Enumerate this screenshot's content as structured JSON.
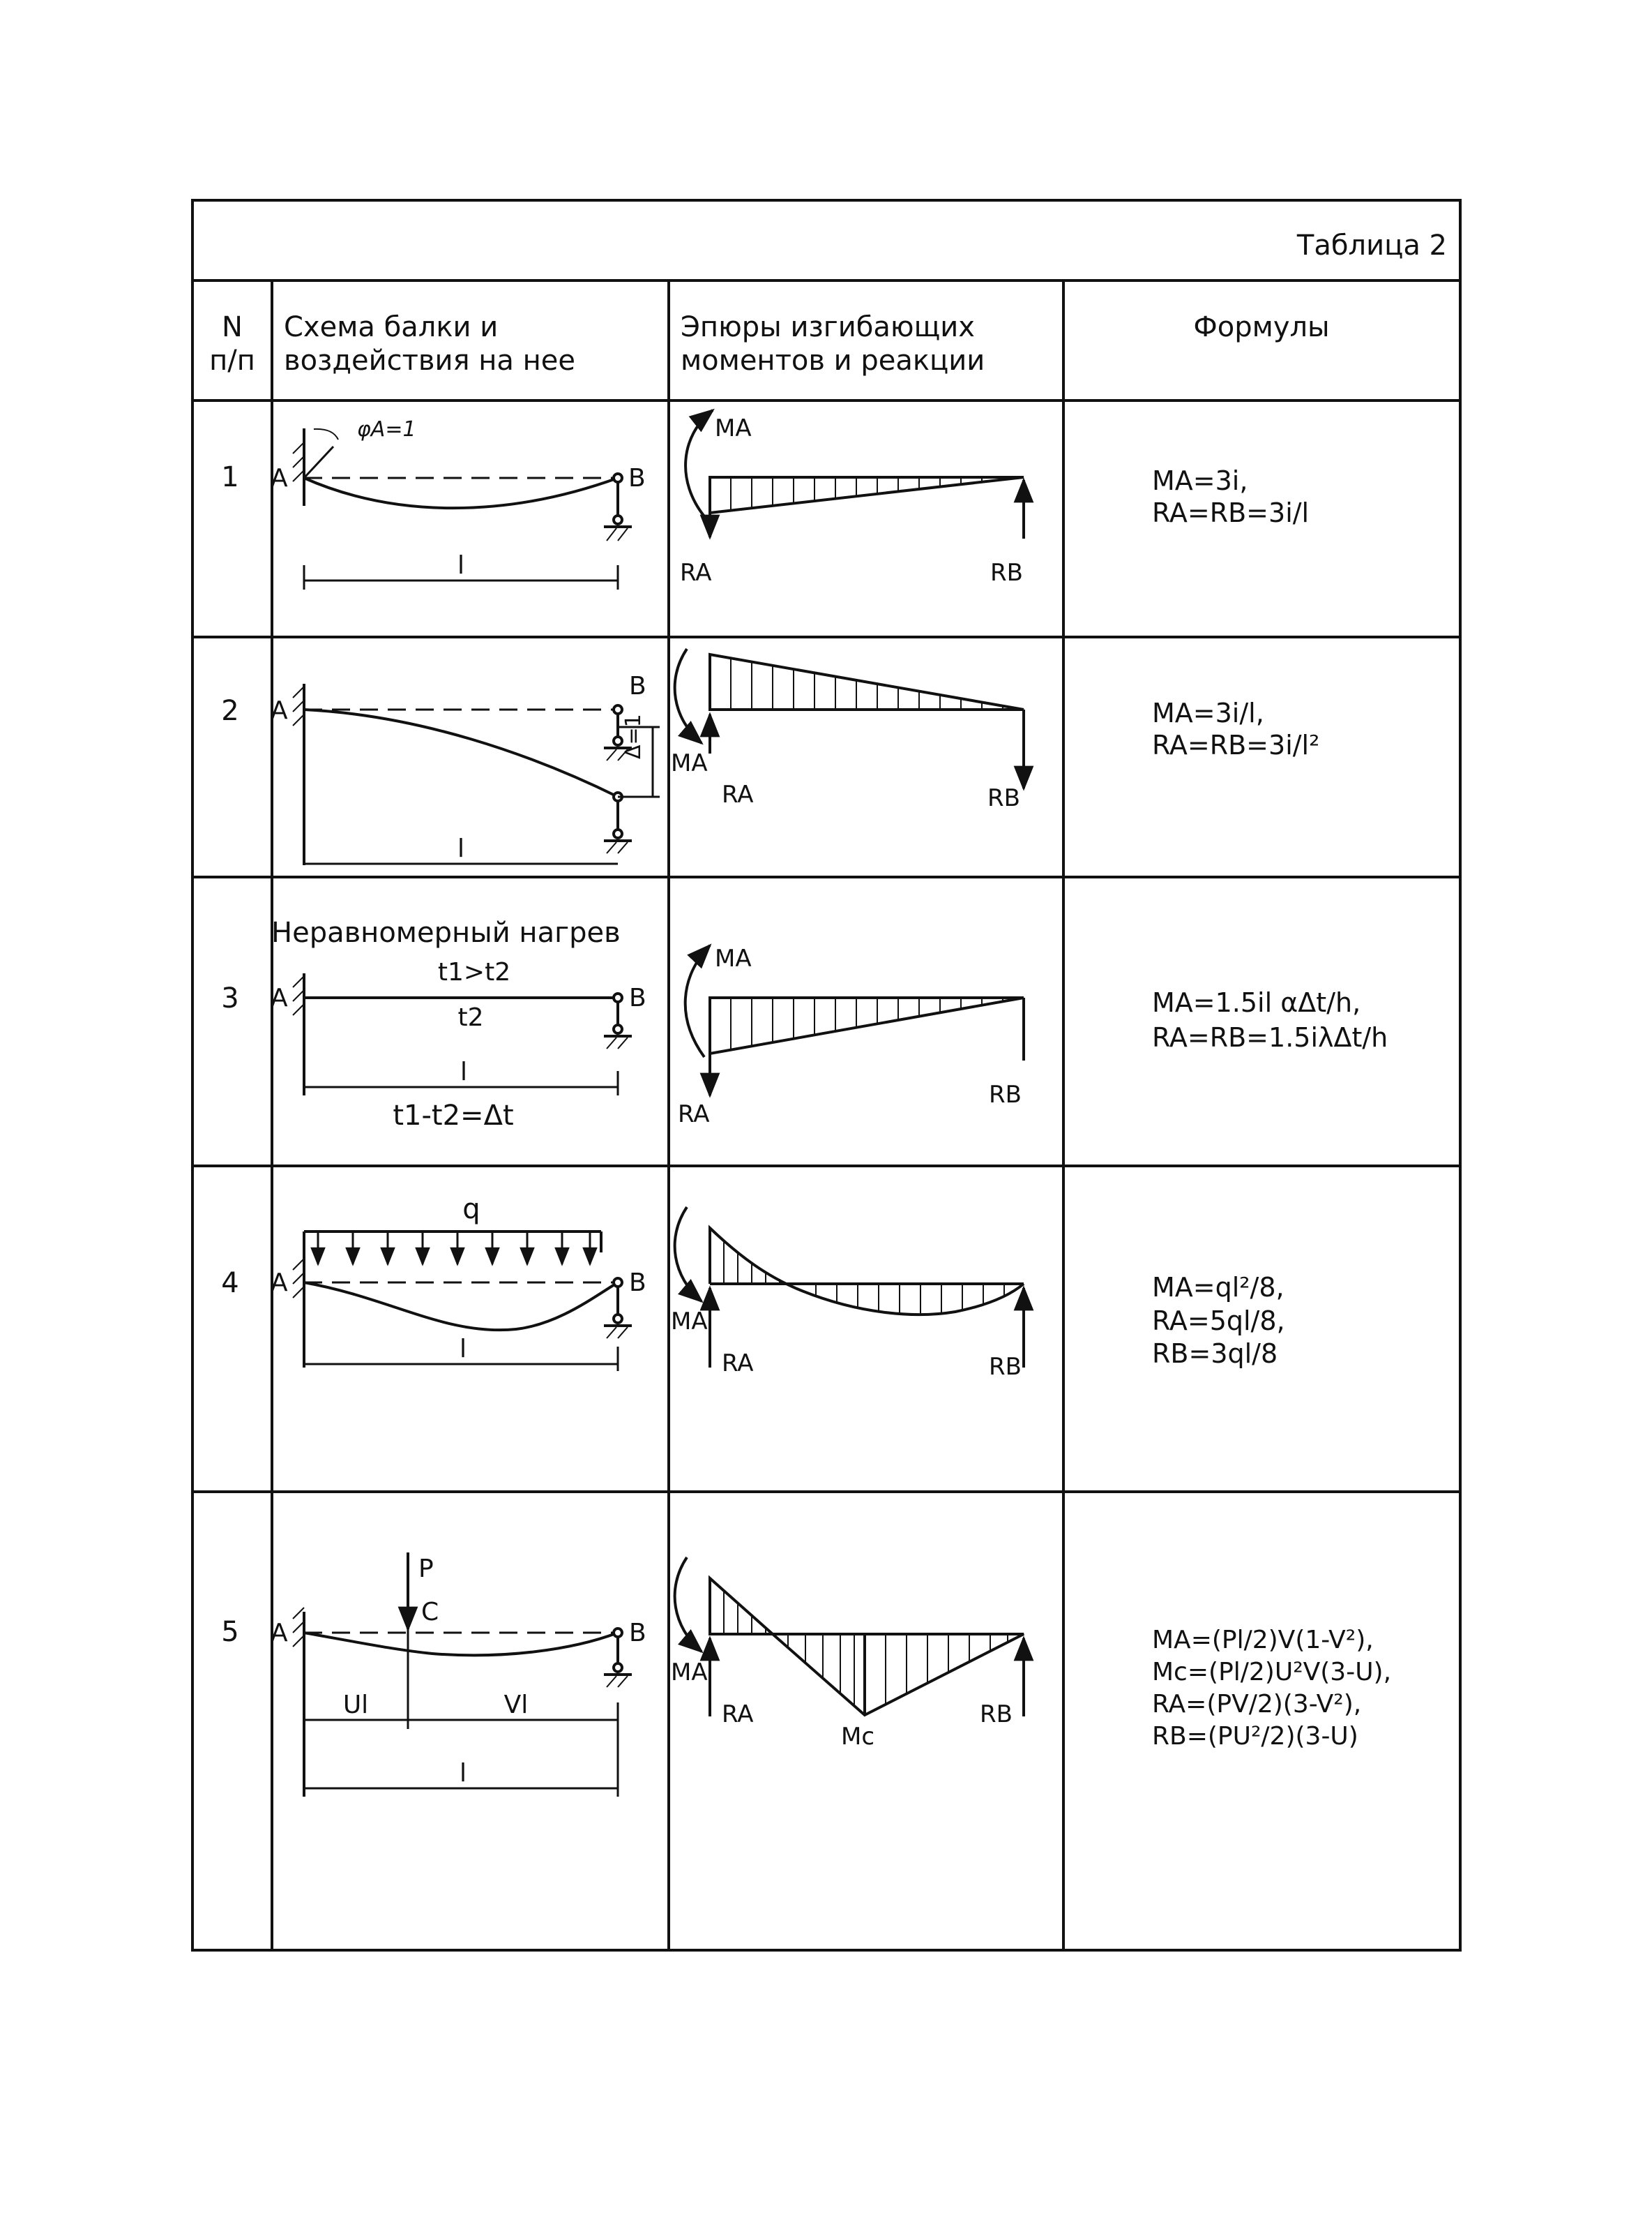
{
  "table_label": "Таблица 2",
  "headers": {
    "num_line1": "N",
    "num_line2": "п/п",
    "scheme_line1": "Схема балки и",
    "scheme_line2": "воздействия на нее",
    "epure_line1": "Эпюры изгибающих",
    "epure_line2": "моментов и реакции",
    "formulas": "Формулы"
  },
  "rows": [
    {
      "num": "1",
      "scheme": {
        "label_a": "A",
        "label_b": "B",
        "angle_label": "φA=1",
        "span": "l"
      },
      "epure": {
        "moment": "MA",
        "ra": "RA",
        "rb": "RB"
      },
      "formulas": [
        "MA=3i,",
        "RA=RB=3i/l"
      ]
    },
    {
      "num": "2",
      "scheme": {
        "label_a": "A",
        "label_b": "B",
        "delta_label": "Δ=1",
        "span": "l"
      },
      "epure": {
        "moment": "MA",
        "ra": "RA",
        "rb": "RB"
      },
      "formulas": [
        "MA=3i/l,",
        "RA=RB=3i/l²"
      ]
    },
    {
      "num": "3",
      "scheme": {
        "title": "Неравномерный нагрев",
        "label_a": "A",
        "label_b": "B",
        "t_relation": "t1>t2",
        "t_bottom": "t2",
        "span": "l",
        "difference": "t1-t2=Δt"
      },
      "epure": {
        "moment": "MA",
        "ra": "RA",
        "rb": "RB"
      },
      "formulas": [
        "MA=1.5il αΔt/h,",
        "RA=RB=1.5iλΔt/h"
      ]
    },
    {
      "num": "4",
      "scheme": {
        "load": "q",
        "label_a": "A",
        "label_b": "B",
        "span": "l"
      },
      "epure": {
        "moment": "MA",
        "ra": "RA",
        "rb": "RB"
      },
      "formulas": [
        "MA=ql²/8,",
        "RA=5ql/8,",
        "RB=3ql/8"
      ]
    },
    {
      "num": "5",
      "scheme": {
        "force": "P",
        "point_c": "C",
        "label_a": "A",
        "label_b": "B",
        "seg_u": "Ul",
        "seg_v": "Vl",
        "span": "l"
      },
      "epure": {
        "moment": "MA",
        "mc": "Mc",
        "ra": "RA",
        "rb": "RB"
      },
      "formulas": [
        "MA=(Pl/2)V(1-V²),",
        "Mc=(Pl/2)U²V(3-U),",
        "RA=(PV/2)(3-V²),",
        "RB=(PU²/2)(3-U)"
      ]
    }
  ]
}
